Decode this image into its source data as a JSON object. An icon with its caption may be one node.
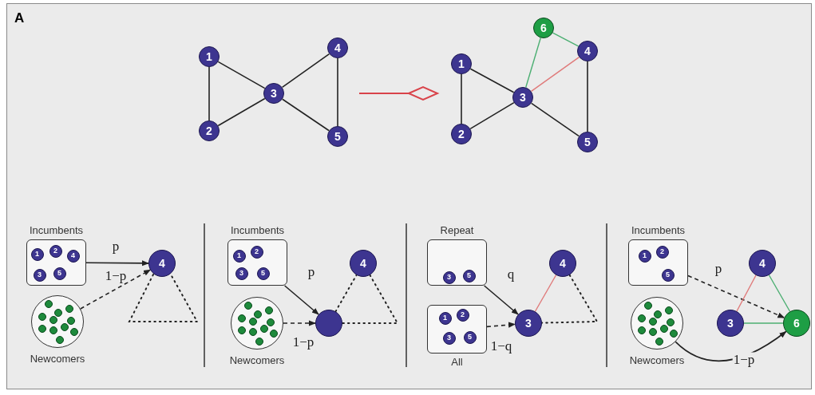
{
  "diagram": {
    "nodes": [
      {
        "text": [
          "1"
        ]
      },
      {
        "text": [
          "2"
        ]
      },
      {
        "text": [
          "3"
        ]
      },
      {
        "text": [
          "4"
        ]
      },
      {
        "text": [
          "5"
        ]
      },
      {
        "text": [
          "1"
        ]
      },
      {
        "text": [
          "2"
        ]
      },
      {
        "text": [
          "3"
        ]
      },
      {
        "text": [
          "4"
        ]
      },
      {
        "text": [
          "5"
        ]
      },
      {
        "text": [
          "6"
        ]
      },
      {
        "text": [
          "Incumbents"
        ]
      },
      {
        "text": [
          "1"
        ],
        "in": 11
      },
      {
        "text": [
          "2"
        ],
        "in": 11
      },
      {
        "text": [
          "4"
        ],
        "in": 11
      },
      {
        "text": [
          "3"
        ],
        "in": 11
      },
      {
        "text": [
          "5"
        ],
        "in": 11
      },
      {
        "text": [
          "4"
        ]
      },
      {
        "text": [
          "Newcomers"
        ]
      },
      {
        "text": [
          "Incumbents"
        ]
      },
      {
        "text": [
          "1"
        ],
        "in": 19
      },
      {
        "text": [
          "2"
        ],
        "in": 19
      },
      {
        "text": [
          "3"
        ],
        "in": 19
      },
      {
        "text": [
          "5"
        ],
        "in": 19
      },
      {
        "text": [
          "4"
        ]
      },
      {
        "text": [
          "Newcomers"
        ]
      },
      {
        "text": [],
        "shape": "circle"
      },
      {
        "text": [
          "Repeat"
        ]
      },
      {
        "text": [
          "3"
        ],
        "in": 27
      },
      {
        "text": [
          "5"
        ],
        "in": 27
      },
      {
        "text": [
          "4"
        ]
      },
      {
        "text": [
          "All"
        ]
      },
      {
        "text": [
          "1"
        ],
        "in": 31
      },
      {
        "text": [
          "2"
        ],
        "in": 31
      },
      {
        "text": [
          "3"
        ],
        "in": 31
      },
      {
        "text": [
          "5"
        ],
        "in": 31
      },
      {
        "text": [
          "3"
        ]
      },
      {
        "text": [
          "Incumbents"
        ]
      },
      {
        "text": [
          "1"
        ],
        "in": 37
      },
      {
        "text": [
          "2"
        ],
        "in": 37
      },
      {
        "text": [
          "5"
        ],
        "in": 37
      },
      {
        "text": [
          "4"
        ]
      },
      {
        "text": [
          "Newcomers"
        ]
      },
      {
        "text": [
          "3"
        ]
      },
      {
        "text": [
          "6"
        ]
      }
    ],
    "edges": [
      {
        "from": 0,
        "to": 1,
        "arrow": "none"
      },
      {
        "from": 0,
        "to": 2,
        "arrow": "none"
      },
      {
        "from": 1,
        "to": 2,
        "arrow": "none"
      },
      {
        "from": 2,
        "to": 3,
        "arrow": "none"
      },
      {
        "from": 2,
        "to": 4,
        "arrow": "none"
      },
      {
        "from": 3,
        "to": 4,
        "arrow": "none"
      },
      {
        "from": 5,
        "to": 6,
        "arrow": "none"
      },
      {
        "from": 5,
        "to": 7,
        "arrow": "none"
      },
      {
        "from": 6,
        "to": 7,
        "arrow": "none"
      },
      {
        "from": 7,
        "to": 9,
        "arrow": "none"
      },
      {
        "from": 8,
        "to": 9,
        "arrow": "none"
      },
      {
        "from": 7,
        "to": 8,
        "arrow": "none",
        "color": "#e07a7a"
      },
      {
        "from": 10,
        "to": 7,
        "arrow": "none",
        "color": "#4caf72"
      },
      {
        "from": 10,
        "to": 8,
        "arrow": "none",
        "color": "#4caf72"
      },
      {
        "from": 11,
        "to": 17,
        "arrow": "to",
        "label": "p"
      },
      {
        "from": 18,
        "to": 17,
        "arrow": "to",
        "label": "1−p",
        "style": "dashed"
      },
      {
        "from": 19,
        "to": 26,
        "arrow": "to",
        "label": "p"
      },
      {
        "from": 25,
        "to": 26,
        "arrow": "to",
        "label": "1−p",
        "style": "dashed"
      },
      {
        "from": 26,
        "to": 24,
        "arrow": "none",
        "style": "dashed"
      },
      {
        "from": 27,
        "to": 36,
        "arrow": "to",
        "label": "q"
      },
      {
        "from": 31,
        "to": 36,
        "arrow": "to",
        "label": "1−q",
        "style": "dashed"
      },
      {
        "from": 36,
        "to": 30,
        "arrow": "none",
        "color": "#e07a7a"
      },
      {
        "from": 37,
        "to": 44,
        "arrow": "to",
        "label": "p",
        "style": "dashed"
      },
      {
        "from": 42,
        "to": 44,
        "arrow": "to",
        "label": "1−p"
      },
      {
        "from": 43,
        "to": 41,
        "arrow": "none",
        "color": "#e07a7a"
      },
      {
        "from": 41,
        "to": 44,
        "arrow": "none",
        "color": "#4caf72"
      },
      {
        "from": 43,
        "to": 44,
        "arrow": "none",
        "color": "#4caf72"
      },
      {
        "from": 24,
        "to": 26,
        "arrow": "none",
        "style": "dashed"
      },
      {
        "from": 30,
        "to": 36,
        "arrow": "none",
        "style": "dashed"
      }
    ],
    "labels": [
      "A"
    ]
  }
}
